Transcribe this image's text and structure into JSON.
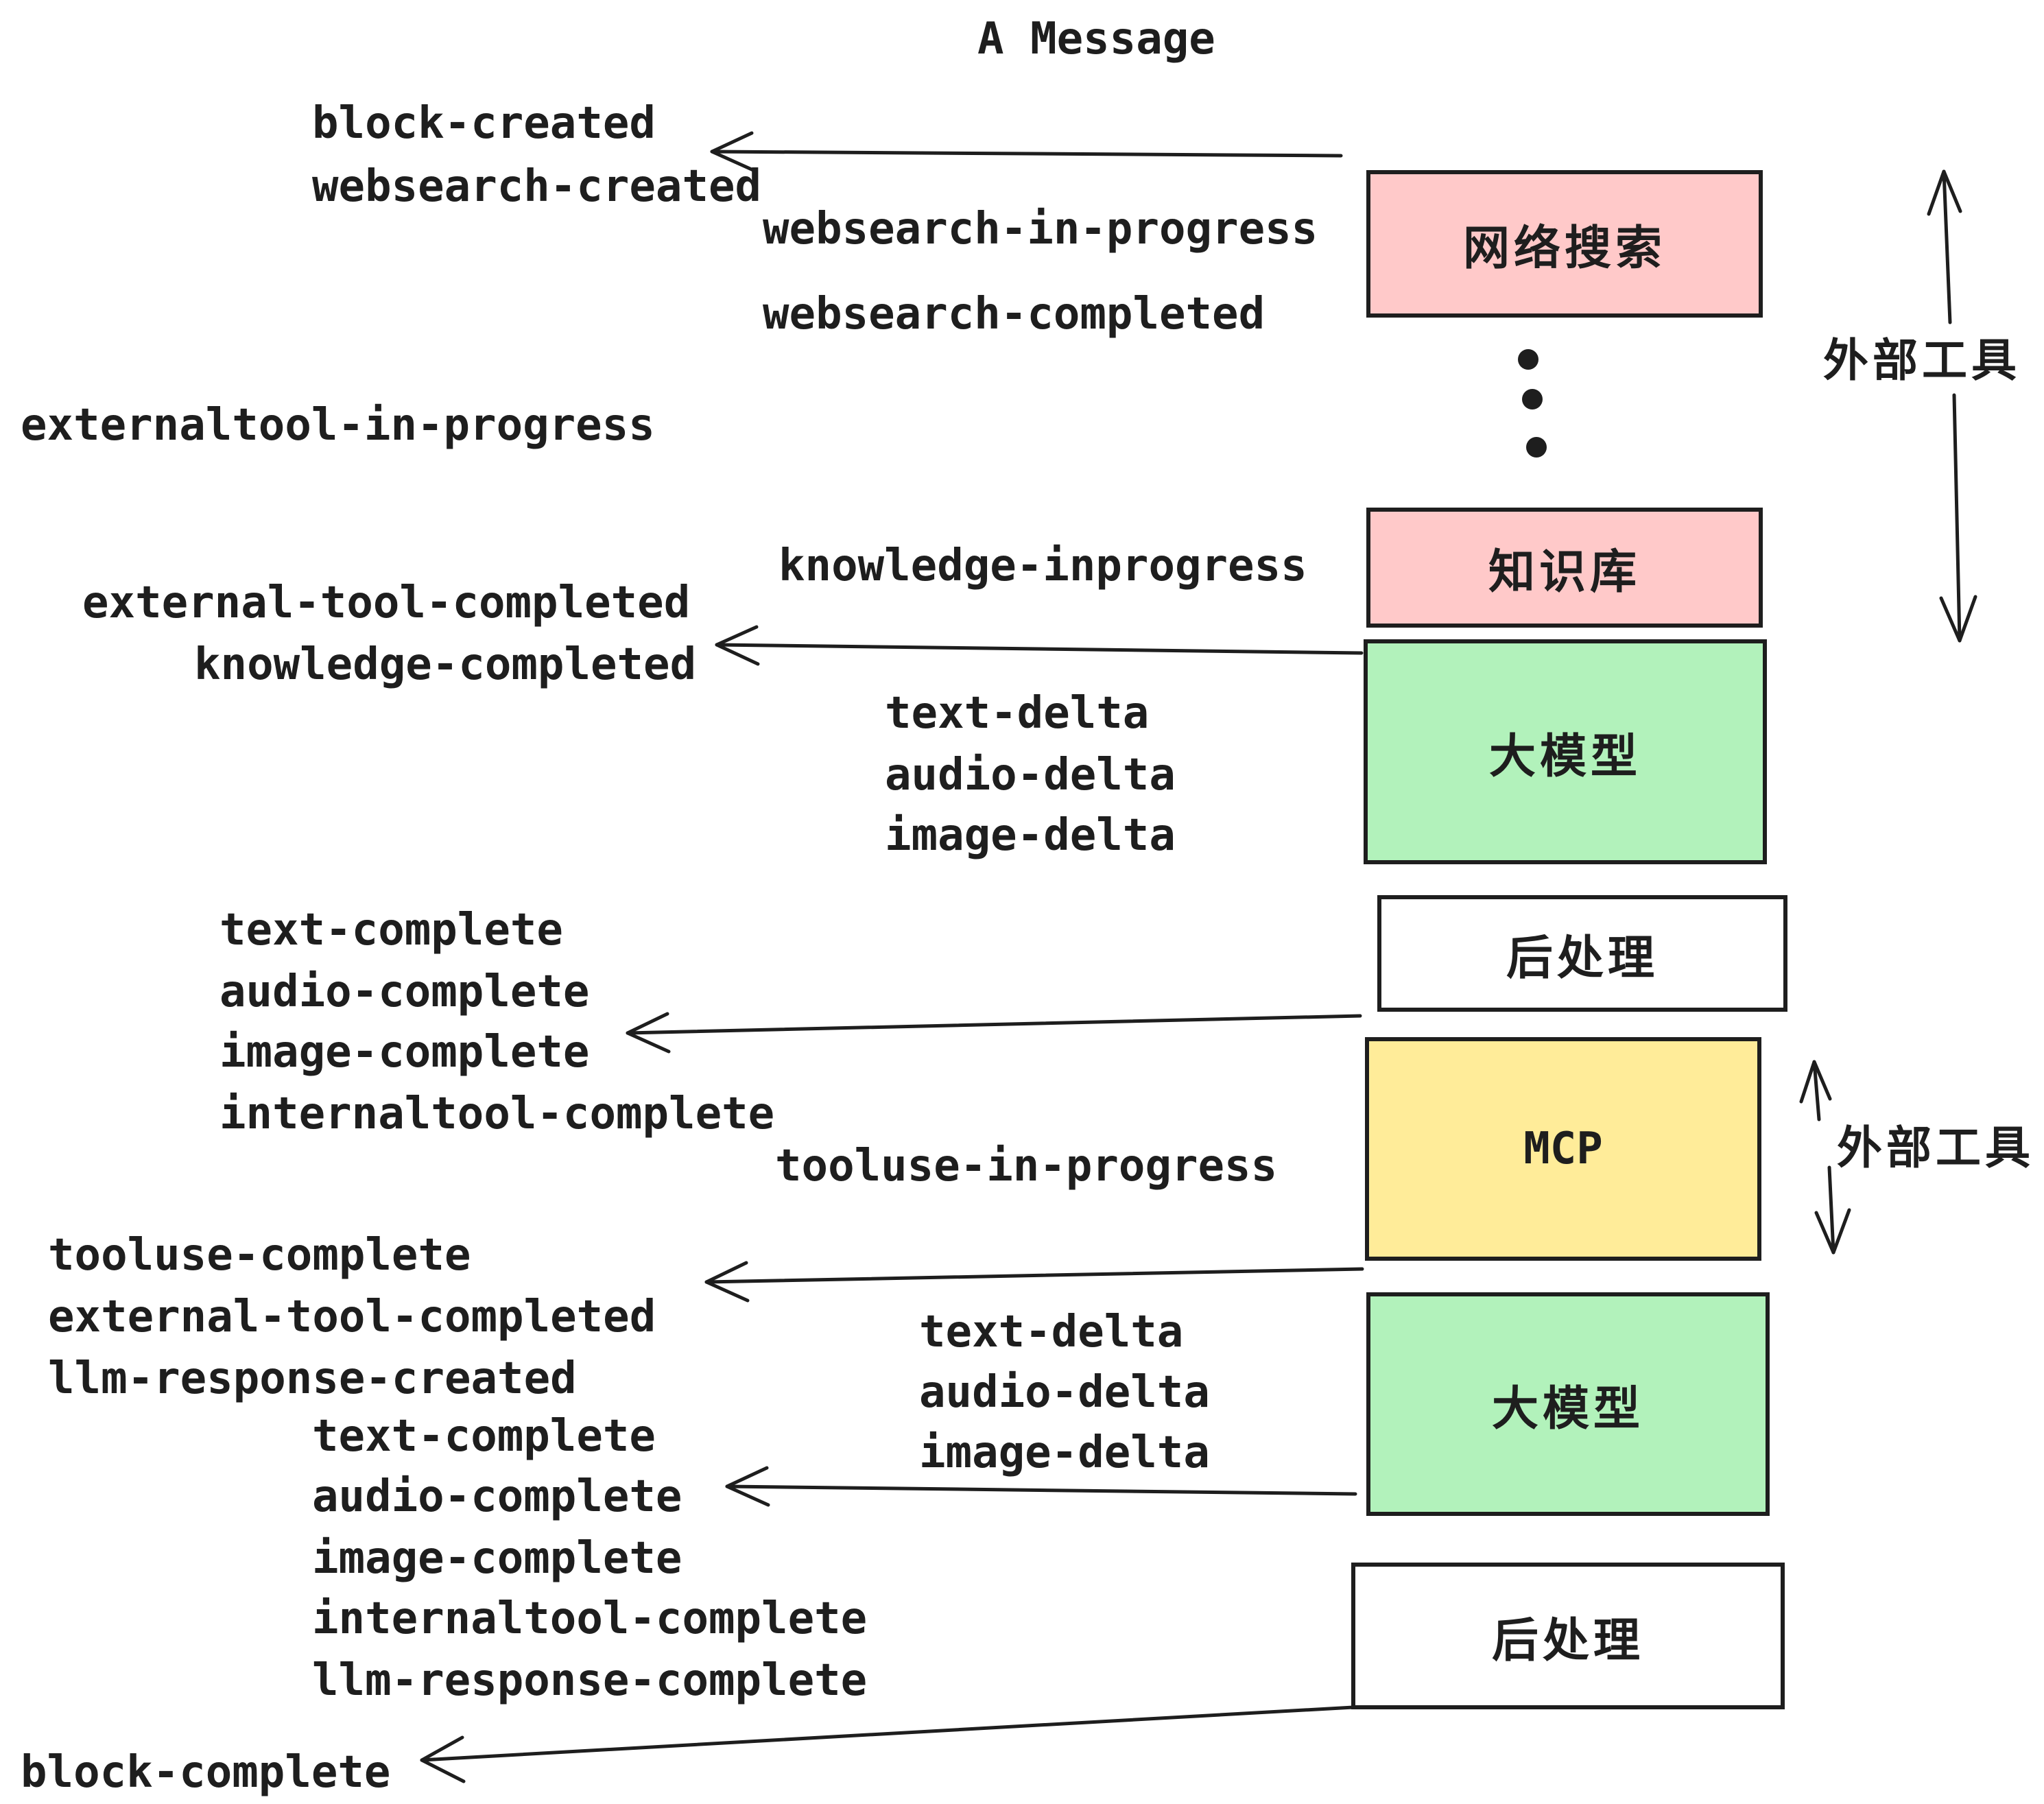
{
  "title": "A Message",
  "colors": {
    "stroke": "#1e1e1e",
    "pink": "#ffc9c9",
    "green": "#b2f2bb",
    "yellow": "#ffec99",
    "white": "#ffffff"
  },
  "boxes": {
    "websearch": {
      "label": "网络搜索",
      "fill": "pink"
    },
    "knowledge": {
      "label": "知识库",
      "fill": "pink"
    },
    "llm1": {
      "label": "大模型",
      "fill": "green"
    },
    "post1": {
      "label": "后处理",
      "fill": "white"
    },
    "mcp": {
      "label": "MCP",
      "fill": "yellow"
    },
    "llm2": {
      "label": "大模型",
      "fill": "green"
    },
    "post2": {
      "label": "后处理",
      "fill": "white"
    }
  },
  "side_labels": {
    "external_tools_top": "外部工具",
    "external_tools_mid": "外部工具"
  },
  "events": {
    "block_created": "block-created",
    "websearch_created": "websearch-created",
    "websearch_in_progress": "websearch-in-progress",
    "websearch_completed": "websearch-completed",
    "externaltool_in_progress": "externaltool-in-progress",
    "knowledge_inprogress": "knowledge-inprogress",
    "external_tool_completed_1": "external-tool-completed",
    "knowledge_completed": "knowledge-completed",
    "text_delta_1": "text-delta",
    "audio_delta_1": "audio-delta",
    "image_delta_1": "image-delta",
    "text_complete_1": "text-complete",
    "audio_complete_1": "audio-complete",
    "image_complete_1": "image-complete",
    "internaltool_complete_1": "internaltool-complete",
    "tooluse_in_progress": "tooluse-in-progress",
    "tooluse_complete": "tooluse-complete",
    "external_tool_completed_2": "external-tool-completed",
    "llm_response_created": "llm-response-created",
    "text_complete_2": "text-complete",
    "audio_complete_2": "audio-complete",
    "image_complete_2": "image-complete",
    "internaltool_complete_2": "internaltool-complete",
    "llm_response_complete": "llm-response-complete",
    "block_complete": "block-complete"
  }
}
